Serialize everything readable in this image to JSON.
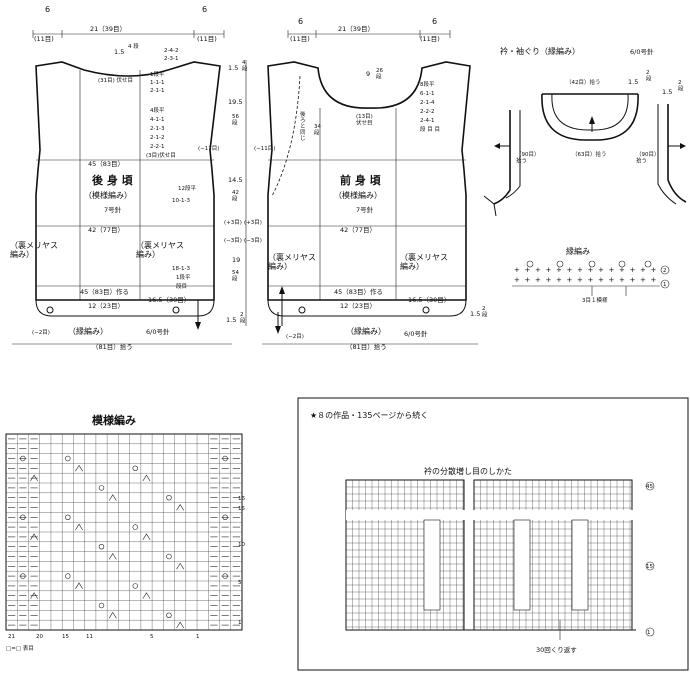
{
  "back": {
    "shoulder_w": "6",
    "shoulder_w_st": "(11目)",
    "neck_w": "21（39目）",
    "shoulder_w2": "6",
    "shoulder_w2_st": "(11目)",
    "neck_rise": "1.5",
    "neck_rise_rows": "4\n段",
    "neck_dec": [
      "2-4-2",
      "2-3-1"
    ],
    "neck_dec2": [
      "1段平",
      "1-1-1",
      "2-1-1"
    ],
    "bind_off": "(31目)\n伏せ目",
    "shoulder_dec": [
      "4段平",
      "4-1-1",
      "2-1-3",
      "2-1-2",
      "2-2-1",
      "(3目)伏せ目"
    ],
    "width_83": "45（83目）",
    "title": "後 身 頃",
    "subtitle": "（模様編み）",
    "needle": "7号針",
    "width_77": "42（77目）",
    "rev_left": "（裏メリヤス\n編み）",
    "rev_right": "（裏メリヤス\n編み）",
    "side_inc": [
      "12段平",
      "10-1-3"
    ],
    "side_dec": [
      "18-1-3",
      "1段平",
      "段目"
    ],
    "minus11": "(−11目)",
    "bottom_83": "45（83目）作る",
    "bottom_23": "12（23目）",
    "bottom_30": "16.5（30目）",
    "minus2": "(−2目)",
    "border": "（縁編み）",
    "border_needle": "6/0号針",
    "pick_81": "（81目）拾う",
    "v_top": "1.5",
    "v_top_rows": "4\n段",
    "v_armhole": "19.5",
    "v_armhole_rows": "56\n段",
    "v_side": "14.5",
    "v_side_rows": "42\n段",
    "v_side2": "19",
    "v_side2_rows": "54\n段",
    "v_bottom": "1.5",
    "v_bottom_rows": "2\n段",
    "plus3": "(+3目)",
    "minus3": "(−3目)"
  },
  "front": {
    "shoulder_w": "6",
    "shoulder_w_st": "(11目)",
    "neck_w": "21（39目）",
    "shoulder_w2": "6",
    "shoulder_w2_st": "(11目)",
    "neck_depth": "9",
    "neck_depth_rows": "26\n段",
    "neck_dec": [
      "8段平",
      "6-1-1",
      "2-1-4",
      "2-2-2",
      "2-4-1",
      "段 目 目"
    ],
    "center": "(13目)\n伏せ目",
    "back_same": "後ろと同じ",
    "back_same_rows": "34\n段",
    "minus11": "(−11目)",
    "title": "前 身 頃",
    "subtitle": "（模様編み）",
    "needle": "7号針",
    "width_77": "42（77目）",
    "rev_left": "（裏メリヤス\n編み）",
    "rev_right": "（裏メリヤス\n編み）",
    "plus3": "(+3目)",
    "minus3": "(−3目)",
    "bottom_83": "45（83目）作る",
    "bottom_23": "12（23目）",
    "bottom_30": "16.5（30目）",
    "minus2": "(−2目)",
    "border": "（縁編み）",
    "border_needle": "6/0号針",
    "pick_81": "（81目）拾う",
    "v_top": "1.5",
    "v_top_rows": "2\n段"
  },
  "collar": {
    "title": "衿・袖ぐり（縁編み）",
    "needle": "6/0号針",
    "pick_42": "（42目）拾う",
    "pick_63": "（63目）拾う",
    "pick_90_l": "（90目）\n拾う",
    "pick_90_r": "（90目）\n拾う",
    "v1": "1.5",
    "v1_rows": "2\n段",
    "v2": "1.5",
    "v2_rows": "2\n段"
  },
  "edging": {
    "title": "縁編み",
    "note": "3目１模様",
    "row_labels": [
      "2",
      "1"
    ]
  },
  "pattern": {
    "title": "模様編み",
    "legend": "□=□ 表目",
    "row_nums": [
      "16",
      "15",
      "10",
      "5",
      "1"
    ],
    "col_nums": [
      "21",
      "20",
      "15",
      "11",
      "5",
      "1"
    ]
  },
  "notice": {
    "continued": "★８の作品・135ページから続く",
    "chart_title": "衿の分散増し目のしかた",
    "row_labels": [
      "45",
      "15",
      "1"
    ],
    "repeat": "30回くり返す"
  }
}
